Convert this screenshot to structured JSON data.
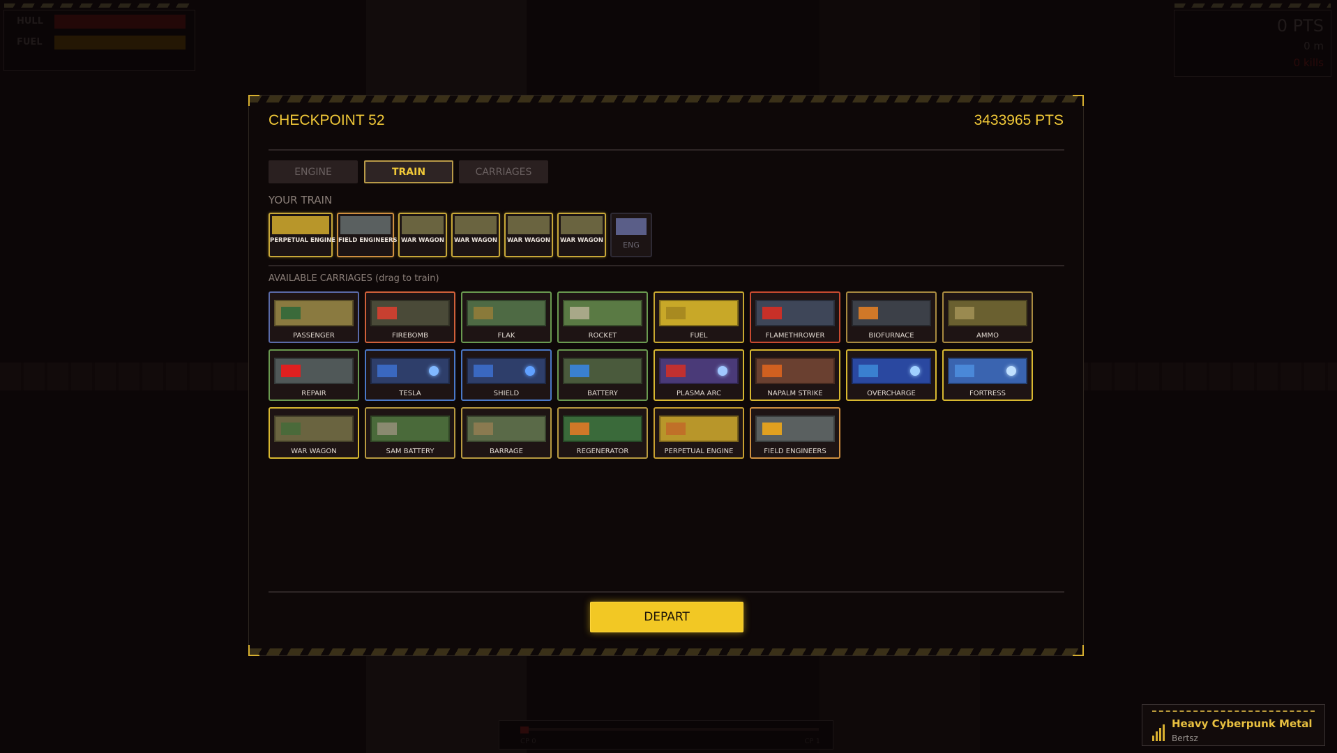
{
  "hud": {
    "hull_label": "HULL",
    "fuel_label": "FUEL",
    "points": "0 PTS",
    "distance": "0 m",
    "kills": "0 kills",
    "hull_color": "#2a0808",
    "fuel_color": "#2a1a04"
  },
  "progress": {
    "start_label": "CP 0",
    "end_label": "CP 1"
  },
  "modal": {
    "title": "CHECKPOINT 52",
    "points": "3433965 PTS",
    "tabs": [
      {
        "label": "ENGINE",
        "active": false
      },
      {
        "label": "TRAIN",
        "active": true
      },
      {
        "label": "CARRIAGES",
        "active": false
      }
    ],
    "your_train_label": "YOUR TRAIN",
    "train": [
      {
        "label": "PERPETUAL ENGINE",
        "color": "#b8962a"
      },
      {
        "label": "FIELD ENGINEERS",
        "color": "#5a6060",
        "border": "#d09040"
      },
      {
        "label": "WAR WAGON",
        "color": "#6a6440"
      },
      {
        "label": "WAR WAGON",
        "color": "#6a6440"
      },
      {
        "label": "WAR WAGON",
        "color": "#6a6440"
      },
      {
        "label": "WAR WAGON",
        "color": "#6a6440"
      }
    ],
    "engine_slot_label": "ENG",
    "available_label": "AVAILABLE CARRIAGES (drag to train)",
    "carriages": [
      {
        "label": "PASSENGER",
        "border": "#5a6aa8",
        "thumb": "#8a7a40",
        "accent": "#3a6a3a"
      },
      {
        "label": "FIREBOMB",
        "border": "#d0603a",
        "thumb": "#4a4a38",
        "accent": "#c84030"
      },
      {
        "label": "FLAK",
        "border": "#6a9a50",
        "thumb": "#4e6a44",
        "accent": "#8a7a3a"
      },
      {
        "label": "ROCKET",
        "border": "#6a9a50",
        "thumb": "#5a7a44",
        "accent": "#a8a888"
      },
      {
        "label": "FUEL",
        "border": "#c8a830",
        "thumb": "#c8a828",
        "accent": "#a88a20"
      },
      {
        "label": "FLAMETHROWER",
        "border": "#c84a30",
        "thumb": "#3e4658",
        "accent": "#c83028"
      },
      {
        "label": "BIOFURNACE",
        "border": "#a88a40",
        "thumb": "#3c4048",
        "accent": "#d07828"
      },
      {
        "label": "AMMO",
        "border": "#a88a40",
        "thumb": "#6a6030",
        "accent": "#9a8a50"
      },
      {
        "label": "REPAIR",
        "border": "#6a9a50",
        "thumb": "#505858",
        "accent": "#e02020"
      },
      {
        "label": "TESLA",
        "border": "#4a78c8",
        "thumb": "#2e3e6a",
        "accent": "#3a68c0",
        "orb": "#80b8ff"
      },
      {
        "label": "SHIELD",
        "border": "#4a78c8",
        "thumb": "#2e3e6a",
        "accent": "#3a68c0",
        "orb": "#60a0ff"
      },
      {
        "label": "BATTERY",
        "border": "#6a9a50",
        "thumb": "#4a5a3c",
        "accent": "#3a80d0"
      },
      {
        "label": "PLASMA ARC",
        "border": "#d8b830",
        "thumb": "#4a3a78",
        "accent": "#c03030",
        "orb": "#a0c8ff"
      },
      {
        "label": "NAPALM STRIKE",
        "border": "#d8b830",
        "thumb": "#6a4030",
        "accent": "#d06020"
      },
      {
        "label": "OVERCHARGE",
        "border": "#d8b830",
        "thumb": "#2a48a0",
        "accent": "#3a80d0",
        "orb": "#a0d0ff"
      },
      {
        "label": "FORTRESS",
        "border": "#d8b830",
        "thumb": "#3a64b0",
        "accent": "#4a88d8",
        "orb": "#c0e0ff"
      },
      {
        "label": "WAR WAGON",
        "border": "#d8b830",
        "thumb": "#6a6440",
        "accent": "#4a6a3a"
      },
      {
        "label": "SAM BATTERY",
        "border": "#b89a40",
        "thumb": "#4a6a3a",
        "accent": "#8a8a70"
      },
      {
        "label": "BARRAGE",
        "border": "#b89a40",
        "thumb": "#5a6a48",
        "accent": "#8a7a50"
      },
      {
        "label": "REGENERATOR",
        "border": "#b89a40",
        "thumb": "#3a6a3a",
        "accent": "#d07828"
      },
      {
        "label": "PERPETUAL ENGINE",
        "border": "#c8a030",
        "thumb": "#b8962a",
        "accent": "#c07028"
      },
      {
        "label": "FIELD ENGINEERS",
        "border": "#d09040",
        "thumb": "#5a6060",
        "accent": "#e0a020"
      }
    ],
    "depart_label": "DEPART"
  },
  "music": {
    "song": "Heavy Cyberpunk Metal",
    "artist": "Bertsz",
    "icon": "equalizer-icon"
  }
}
